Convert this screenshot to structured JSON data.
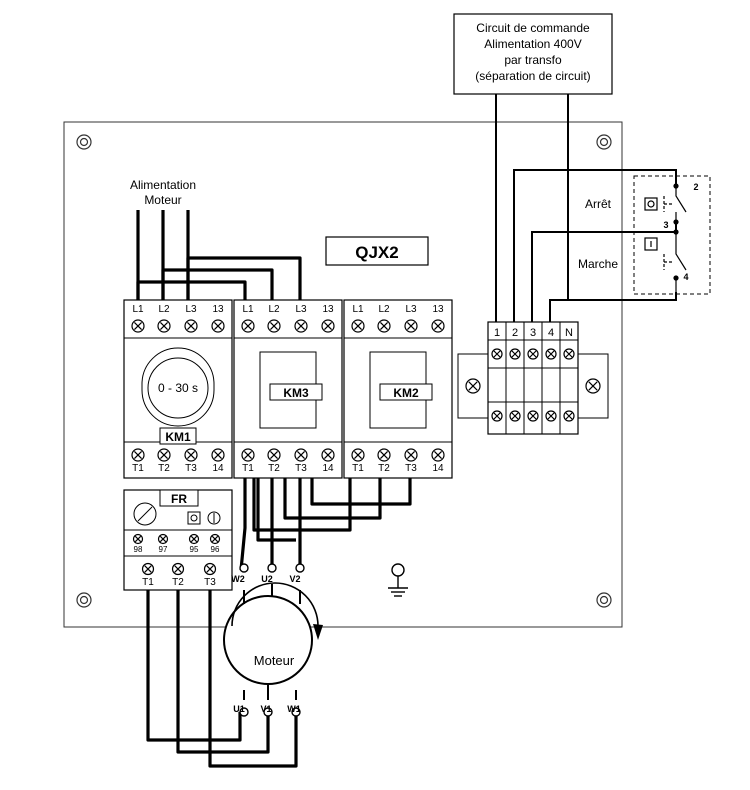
{
  "command_box": {
    "line1": "Circuit de commande",
    "line2": "Alimentation 400V",
    "line3": "par transfo",
    "line4": "(séparation de circuit)"
  },
  "supply": {
    "line1": "Alimentation",
    "line2": "Moteur"
  },
  "panel_title": "QJX2",
  "timer_label": "0 - 30 s",
  "km1": "KM1",
  "km2": "KM2",
  "km3": "KM3",
  "fr": "FR",
  "top_terminals": [
    "L1",
    "L2",
    "L3",
    "13"
  ],
  "bottom_terminals": [
    "T1",
    "T2",
    "T3",
    "14"
  ],
  "relay_aux": [
    "98",
    "97",
    "95",
    "96"
  ],
  "relay_out": [
    "T1",
    "T2",
    "T3"
  ],
  "terminal_strip": [
    "1",
    "2",
    "3",
    "4",
    "N"
  ],
  "stop_label": "Arrêt",
  "start_label": "Marche",
  "switch_numbers": [
    "2",
    "3",
    "4"
  ],
  "motor": {
    "label": "Moteur",
    "top_terminals": [
      "W2",
      "U2",
      "V2"
    ],
    "bottom_terminals": [
      "U1",
      "V1",
      "W1"
    ]
  }
}
